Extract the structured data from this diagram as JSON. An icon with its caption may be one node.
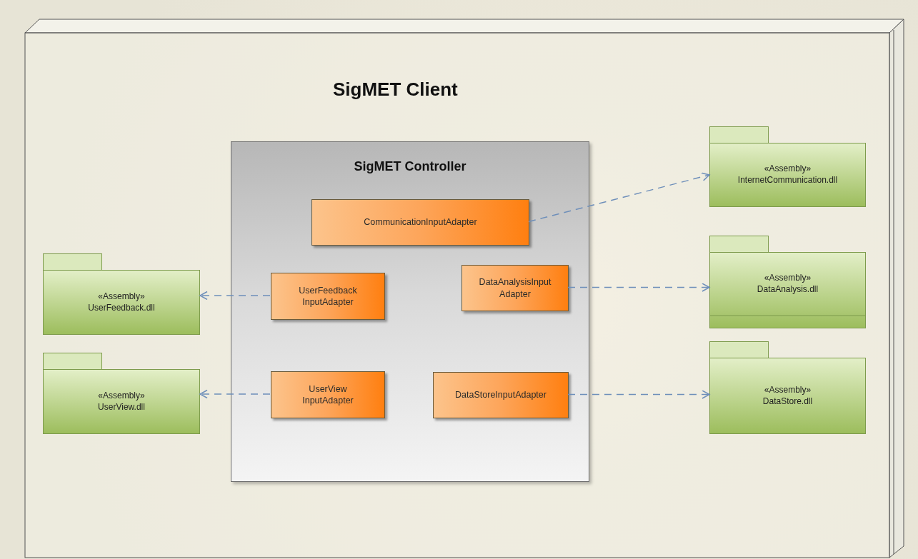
{
  "diagram": {
    "nodes": [
      {
        "text": [
          "SigMET Client"
        ]
      },
      {
        "text": [
          "SigMET Controller"
        ],
        "in": 0
      },
      {
        "text": [
          "CommunicationInputAdapter"
        ],
        "in": 1
      },
      {
        "text": [
          "UserFeedback InputAdapter"
        ],
        "in": 1
      },
      {
        "text": [
          "DataAnalysisInput Adapter"
        ],
        "in": 1
      },
      {
        "text": [
          "UserView InputAdapter"
        ],
        "in": 1
      },
      {
        "text": [
          "DataStoreInputAdapter"
        ],
        "in": 1
      },
      {
        "text": [
          "«Assembly»",
          "InternetCommunication.dll"
        ],
        "in": 0
      },
      {
        "text": [
          "«Assembly»",
          "UserFeedback.dll"
        ],
        "in": 0
      },
      {
        "text": [
          "«Assembly»",
          "DataAnalysis.dll"
        ],
        "in": 0
      },
      {
        "text": [
          "«Assembly»",
          "UserView.dll"
        ],
        "in": 0
      },
      {
        "text": [
          "«Assembly»",
          "DataStore.dll"
        ],
        "in": 0
      }
    ],
    "edges": [
      {
        "from": 2,
        "to": 7,
        "arrow": "to",
        "style": "dashed"
      },
      {
        "from": 3,
        "to": 8,
        "arrow": "to",
        "style": "dashed"
      },
      {
        "from": 4,
        "to": 9,
        "arrow": "to",
        "style": "dashed"
      },
      {
        "from": 5,
        "to": 10,
        "arrow": "to",
        "style": "dashed"
      },
      {
        "from": 6,
        "to": 11,
        "arrow": "to",
        "style": "dashed"
      }
    ]
  }
}
